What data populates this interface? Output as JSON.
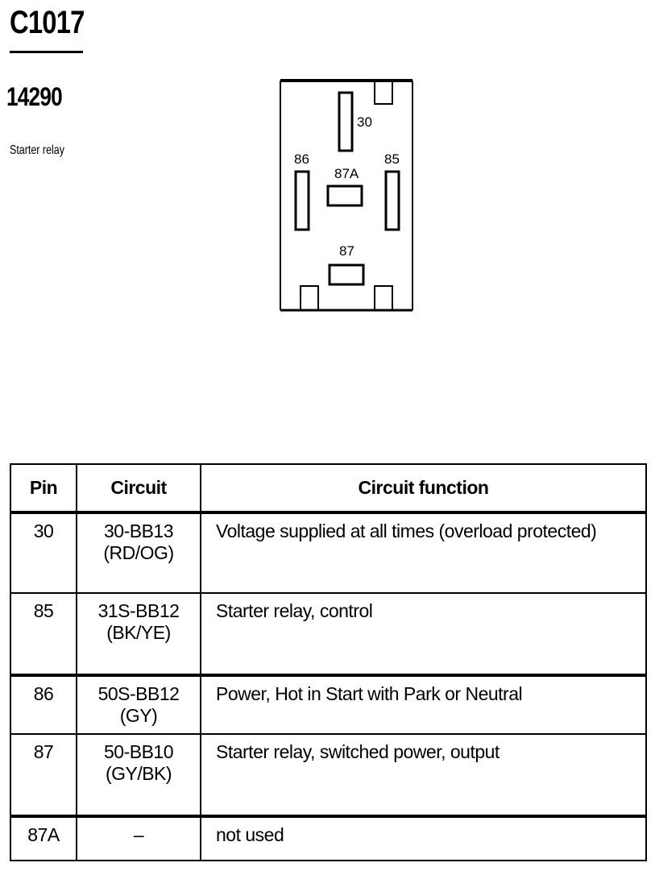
{
  "header": {
    "connector_id": "C1017",
    "part_number": "14290",
    "description": "Starter relay"
  },
  "diagram": {
    "pin_labels": {
      "p30": "30",
      "p86": "86",
      "p85": "85",
      "p87A": "87A",
      "p87": "87"
    }
  },
  "table": {
    "headers": [
      "Pin",
      "Circuit",
      "Circuit function"
    ],
    "rows": [
      {
        "pin": "30",
        "circuit_line1": "30-BB13",
        "circuit_line2": "(RD/OG)",
        "function": "Voltage supplied at all times (overload protected)"
      },
      {
        "pin": "85",
        "circuit_line1": "31S-BB12",
        "circuit_line2": "(BK/YE)",
        "function": "Starter relay, control"
      },
      {
        "pin": "86",
        "circuit_line1": "50S-BB12 (GY)",
        "circuit_line2": "",
        "function": "Power, Hot in Start with Park or Neutral"
      },
      {
        "pin": "87",
        "circuit_line1": "50-BB10",
        "circuit_line2": "(GY/BK)",
        "function": "Starter relay, switched power, output"
      },
      {
        "pin": "87A",
        "circuit_line1": "–",
        "circuit_line2": "",
        "function": "not used"
      }
    ]
  }
}
